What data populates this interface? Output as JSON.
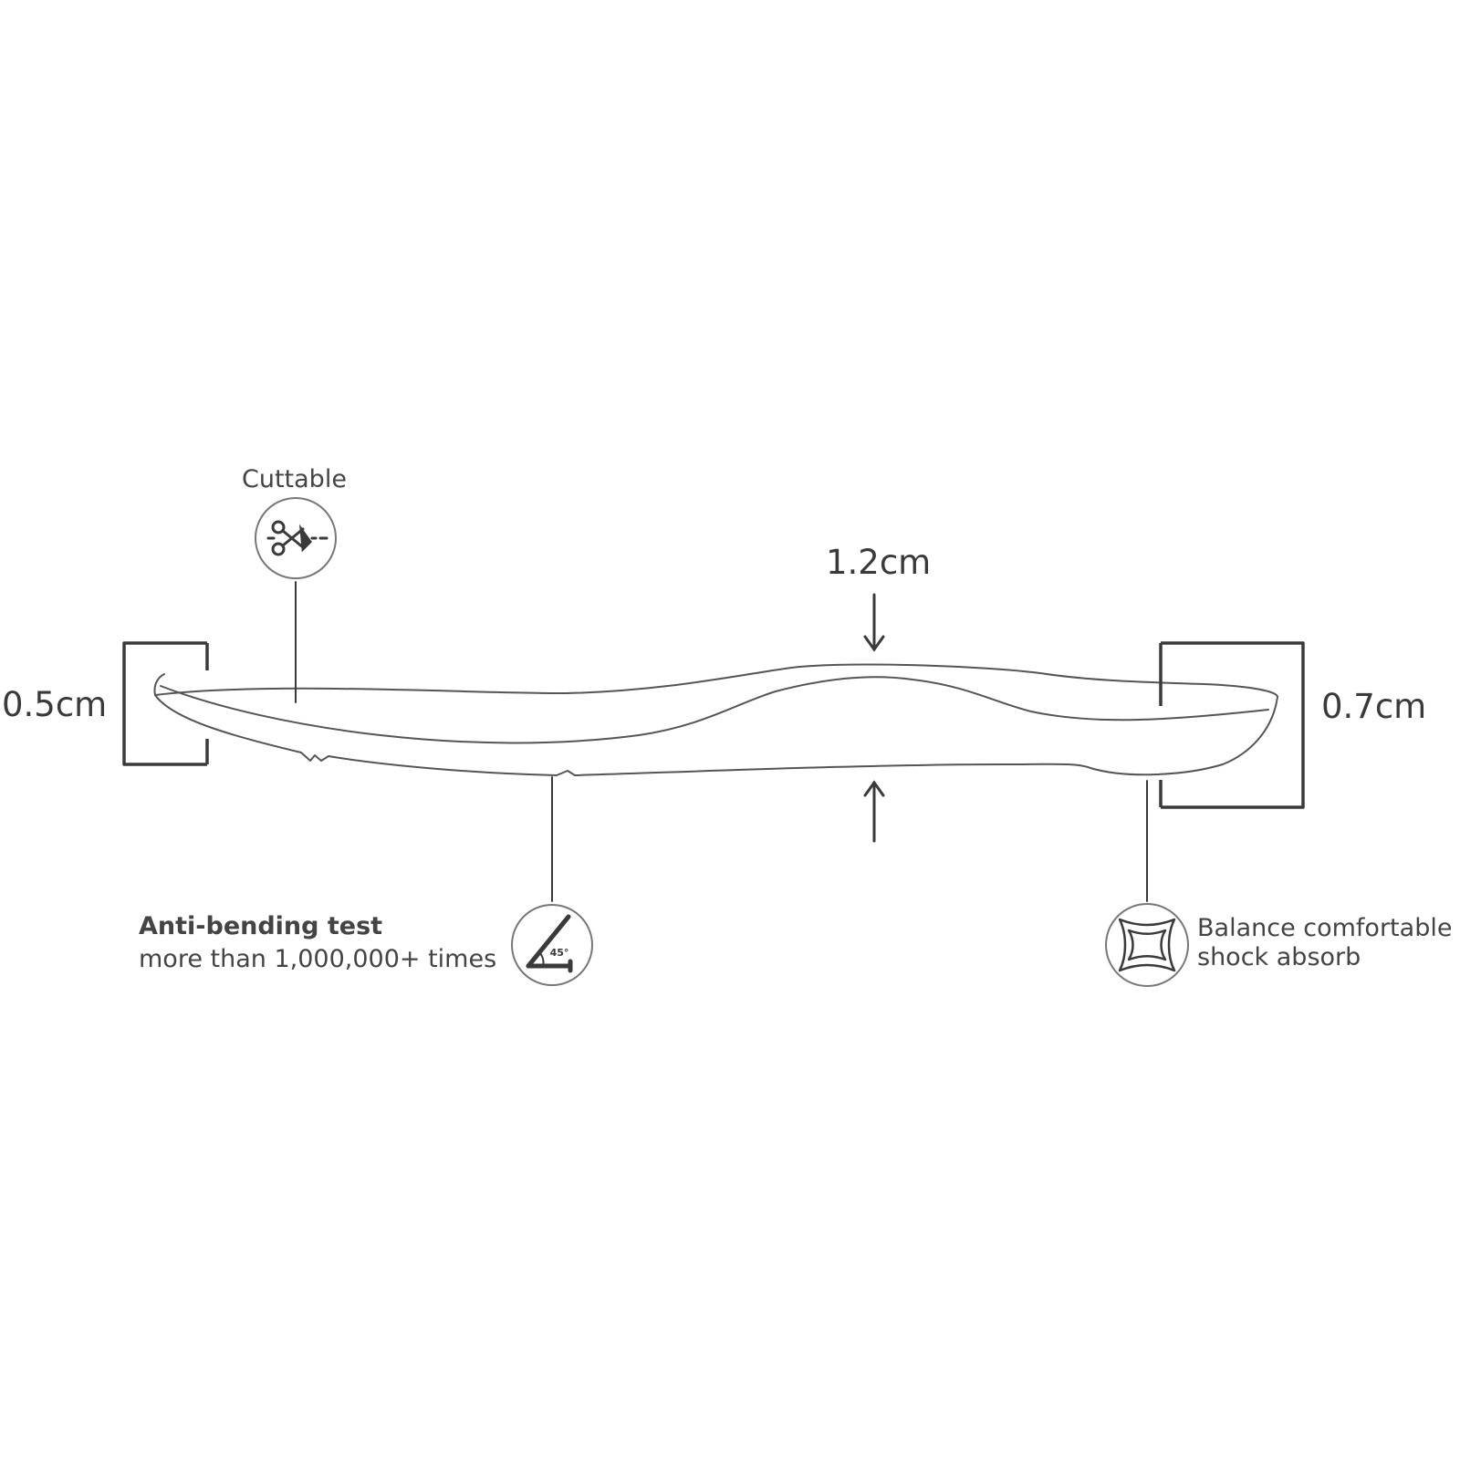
{
  "labels": {
    "cuttable": "Cuttable",
    "thickness_center": "1.2cm",
    "thickness_left": "0.5cm",
    "thickness_right": "0.7cm",
    "anti_bending_title": "Anti-bending test",
    "anti_bending_detail": "more than 1,000,000+ times",
    "angle": "45°",
    "balance_line1": "Balance comfortable",
    "balance_line2": "shock absorb"
  },
  "icons": {
    "cuttable": "scissors-icon",
    "anti_bending": "angle-45-icon",
    "balance": "shock-absorb-icon"
  },
  "colors": {
    "line": "#3a3a3a",
    "outline": "#555555",
    "background": "#ffffff"
  }
}
